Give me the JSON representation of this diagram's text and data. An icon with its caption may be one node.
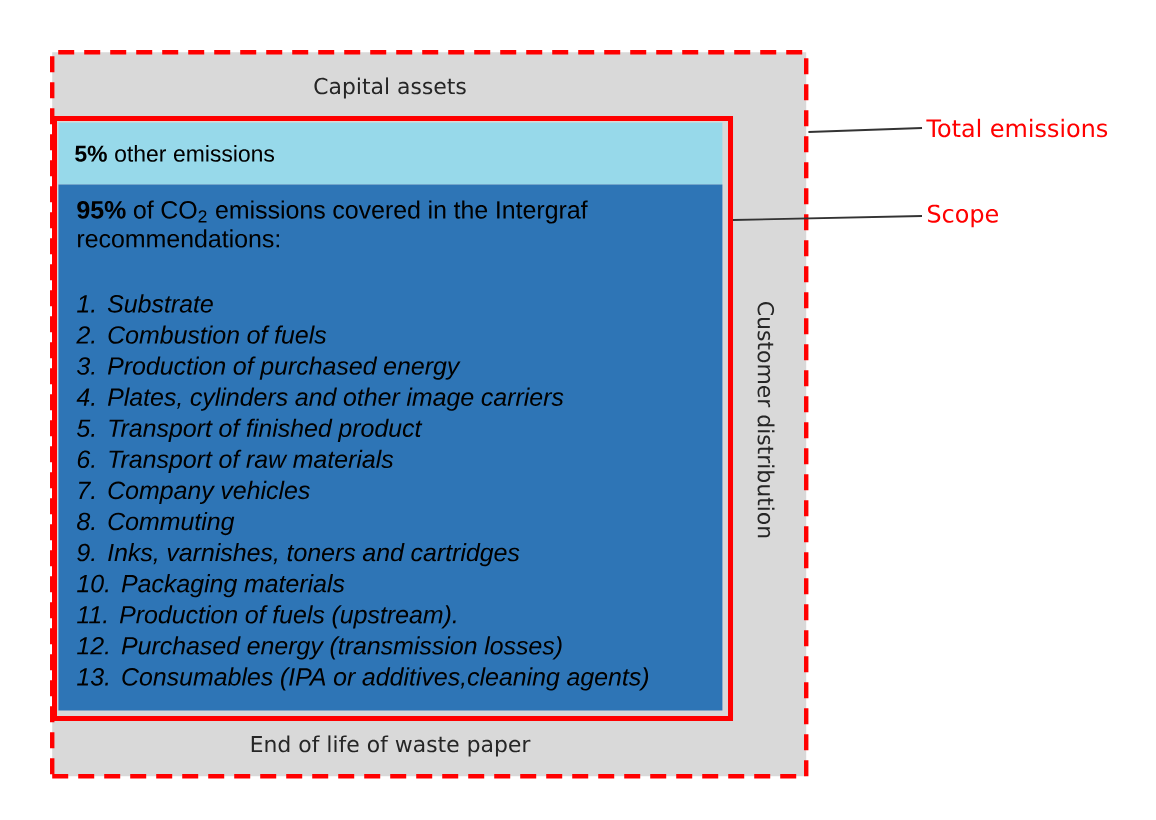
{
  "diagram": {
    "nodes": [
      {
        "text": [
          "Capital assets",
          "Customer distribution",
          "End of life of waste paper"
        ]
      },
      {
        "text": [],
        "shape": "box",
        "in": 0
      },
      {
        "text": [
          "**5%** other emissions"
        ],
        "in": 1
      },
      {
        "text": [
          "**95%** of CO$_{2}$ emissions covered in the Intergraf recommendations:",
          "1. Substrate",
          "2. Combustion of fuels",
          "3. Production of purchased energy",
          "4. Plates, cylinders and other image carriers",
          "5. Transport of finished product",
          "6. Transport of raw materials",
          "7. Company vehicles",
          "8. Commuting",
          "9. Inks, varnishes, toners and cartridges",
          "10. Packaging materials",
          "11. Production of fuels (upstream).",
          "12. Purchased energy (transmission losses)",
          "13. Consumables (IPA or additives,cleaning agents)"
        ],
        "in": 1
      },
      {
        "text": [
          "Total emissions"
        ]
      },
      {
        "text": [
          "Scope"
        ]
      }
    ],
    "edges": [
      {
        "from": 4,
        "to": 0,
        "arrow": "none"
      },
      {
        "from": 5,
        "to": 1,
        "arrow": "none"
      }
    ]
  }
}
